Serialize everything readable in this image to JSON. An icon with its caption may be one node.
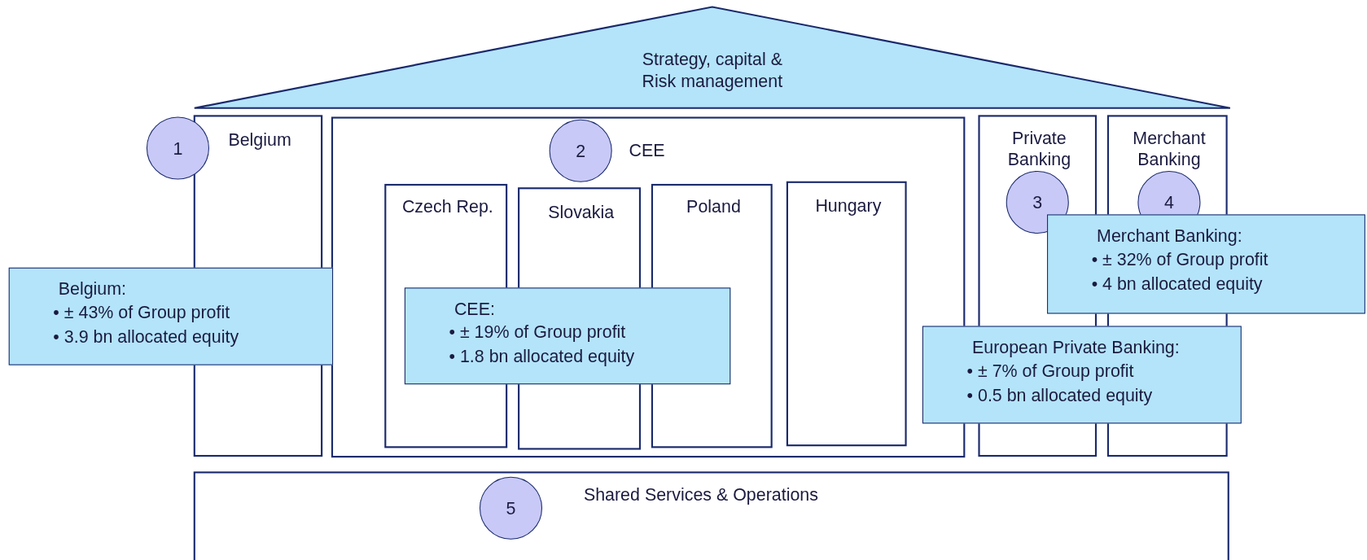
{
  "diagram": {
    "nodes": [
      {
        "text": [
          "Strategy, capital & Risk management"
        ]
      },
      {
        "text": [
          "Belgium"
        ]
      },
      {
        "text": [
          "1"
        ]
      },
      {
        "text": [
          "CEE"
        ]
      },
      {
        "text": [
          "2"
        ],
        "in": 3
      },
      {
        "text": [
          "Czech Rep."
        ],
        "in": 3
      },
      {
        "text": [
          "Slovakia"
        ],
        "in": 3
      },
      {
        "text": [
          "Poland"
        ],
        "in": 3
      },
      {
        "text": [
          "Hungary"
        ],
        "in": 3
      },
      {
        "text": [
          "Private Banking"
        ]
      },
      {
        "text": [
          "3"
        ],
        "in": 9
      },
      {
        "text": [
          "Merchant Banking"
        ]
      },
      {
        "text": [
          "4"
        ],
        "in": 11
      },
      {
        "text": [
          "Merchant Banking:",
          "• ± 32% of Group profit",
          "• 4 bn allocated equity"
        ]
      },
      {
        "text": [
          "Belgium:",
          "• ± 43% of Group profit",
          "• 3.9 bn allocated equity"
        ]
      },
      {
        "text": [
          "CEE:",
          "• ± 19% of Group profit",
          "• 1.8 bn allocated equity"
        ],
        "in": 3
      },
      {
        "text": [
          "European Private Banking:",
          "• ± 7% of Group profit",
          "• 0.5 bn allocated equity"
        ]
      },
      {
        "text": [
          "Shared Services & Operations"
        ]
      },
      {
        "text": [
          "5"
        ],
        "in": 17
      }
    ],
    "edges": []
  }
}
